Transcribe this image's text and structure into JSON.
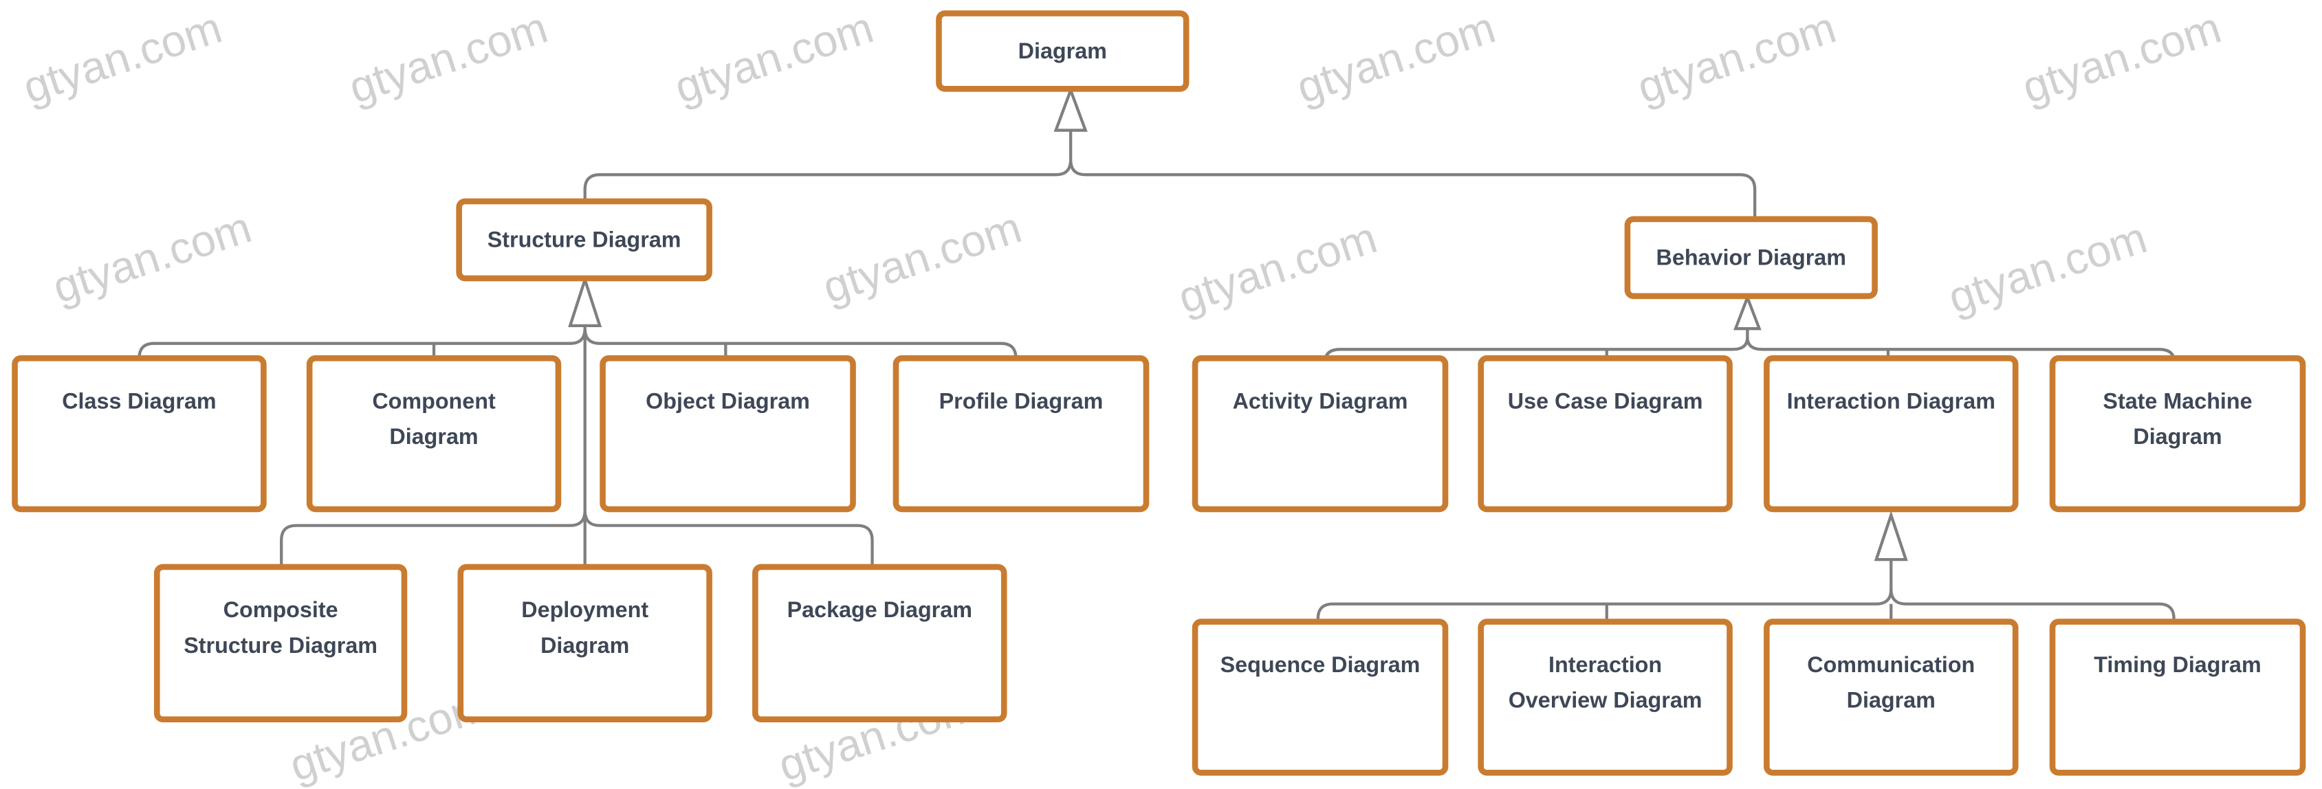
{
  "watermark": "gtyan.com",
  "colors": {
    "border": "#c97c30",
    "connector": "#7f7f7f",
    "text": "#3e4756"
  },
  "nodes": {
    "diagram": [
      "Diagram"
    ],
    "structure": [
      "Structure Diagram"
    ],
    "behavior": [
      "Behavior Diagram"
    ],
    "class": [
      "Class Diagram"
    ],
    "component": [
      "Component",
      "Diagram"
    ],
    "object": [
      "Object Diagram"
    ],
    "profile": [
      "Profile Diagram"
    ],
    "composite": [
      "Composite",
      "Structure Diagram"
    ],
    "deployment": [
      "Deployment",
      "Diagram"
    ],
    "package": [
      "Package Diagram"
    ],
    "activity": [
      "Activity Diagram"
    ],
    "usecase": [
      "Use Case Diagram"
    ],
    "interaction": [
      "Interaction Diagram"
    ],
    "statemachine": [
      "State Machine",
      "Diagram"
    ],
    "sequence": [
      "Sequence Diagram"
    ],
    "interactionoverview": [
      "Interaction",
      "Overview Diagram"
    ],
    "communication": [
      "Communication",
      "Diagram"
    ],
    "timing": [
      "Timing Diagram"
    ]
  }
}
